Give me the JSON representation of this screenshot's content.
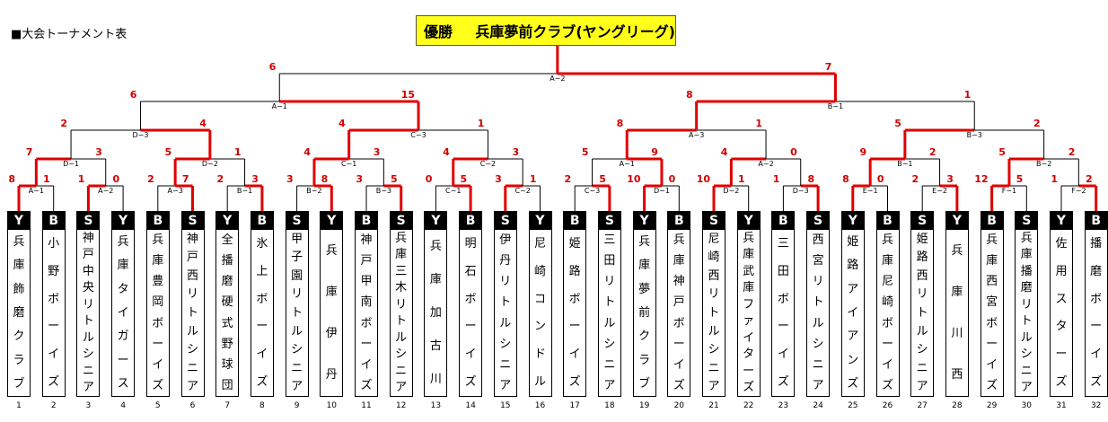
{
  "heading": "■大会トーナメント表",
  "champion": {
    "label": "優勝",
    "team": "兵庫夢前クラブ(ヤングリーグ)"
  },
  "teams": [
    {
      "n": "1",
      "league": "Y",
      "name": "兵庫飾磨クラブ"
    },
    {
      "n": "2",
      "league": "B",
      "name": "小野ボーイズ"
    },
    {
      "n": "3",
      "league": "S",
      "name": "神戸中央リトルシニア"
    },
    {
      "n": "4",
      "league": "Y",
      "name": "兵庫タイガース"
    },
    {
      "n": "5",
      "league": "B",
      "name": "兵庫豊岡ボーイズ"
    },
    {
      "n": "6",
      "league": "S",
      "name": "神戸西リトルシニア"
    },
    {
      "n": "7",
      "league": "Y",
      "name": "全播磨硬式野球団"
    },
    {
      "n": "8",
      "league": "B",
      "name": "氷上ボーイズ"
    },
    {
      "n": "9",
      "league": "S",
      "name": "甲子園リトルシニア"
    },
    {
      "n": "10",
      "league": "Y",
      "name": "兵庫伊丹"
    },
    {
      "n": "11",
      "league": "B",
      "name": "神戸甲南ボーイズ"
    },
    {
      "n": "12",
      "league": "S",
      "name": "兵庫三木リトルシニア"
    },
    {
      "n": "13",
      "league": "Y",
      "name": "兵庫加古川"
    },
    {
      "n": "14",
      "league": "B",
      "name": "明石ボーイズ"
    },
    {
      "n": "15",
      "league": "S",
      "name": "伊丹リトルシニア"
    },
    {
      "n": "16",
      "league": "Y",
      "name": "尼崎コンドル"
    },
    {
      "n": "17",
      "league": "B",
      "name": "姫路ボーイズ"
    },
    {
      "n": "18",
      "league": "S",
      "name": "三田リトルシニア"
    },
    {
      "n": "19",
      "league": "Y",
      "name": "兵庫夢前クラブ"
    },
    {
      "n": "20",
      "league": "B",
      "name": "兵庫神戸ボーイズ"
    },
    {
      "n": "21",
      "league": "S",
      "name": "尼崎西リトルシニア"
    },
    {
      "n": "22",
      "league": "Y",
      "name": "兵庫武庫ファイターズ"
    },
    {
      "n": "23",
      "league": "B",
      "name": "三田ボーイズ"
    },
    {
      "n": "24",
      "league": "S",
      "name": "西宮リトルシニア"
    },
    {
      "n": "25",
      "league": "Y",
      "name": "姫路アイアンズ"
    },
    {
      "n": "26",
      "league": "B",
      "name": "兵庫尼崎ボーイズ"
    },
    {
      "n": "27",
      "league": "S",
      "name": "姫路西リトルシニア"
    },
    {
      "n": "28",
      "league": "Y",
      "name": "兵庫川西"
    },
    {
      "n": "29",
      "league": "B",
      "name": "兵庫西宮ボーイズ"
    },
    {
      "n": "30",
      "league": "S",
      "name": "兵庫播磨リトルシニア"
    },
    {
      "n": "31",
      "league": "Y",
      "name": "佐用スターズ"
    },
    {
      "n": "32",
      "league": "B",
      "name": "播磨ボーイズ"
    }
  ],
  "matches": [
    {
      "label": "A−1",
      "s": [
        "8",
        "1"
      ],
      "w": 0
    },
    {
      "label": "A−2",
      "s": [
        "1",
        "0"
      ],
      "w": 0
    },
    {
      "label": "A−3",
      "s": [
        "2",
        "7"
      ],
      "w": 1
    },
    {
      "label": "B−1",
      "s": [
        "2",
        "3"
      ],
      "w": 1
    },
    {
      "label": "B−2",
      "s": [
        "3",
        "8"
      ],
      "w": 1
    },
    {
      "label": "B−3",
      "s": [
        "3",
        "5"
      ],
      "w": 1
    },
    {
      "label": "C−1",
      "s": [
        "0",
        "5"
      ],
      "w": 1
    },
    {
      "label": "C−2",
      "s": [
        "3",
        "1"
      ],
      "w": 0
    },
    {
      "label": "C−3",
      "s": [
        "2",
        "5"
      ],
      "w": 1
    },
    {
      "label": "D−1",
      "s": [
        "10",
        "0"
      ],
      "w": 0
    },
    {
      "label": "D−2",
      "s": [
        "10",
        "1"
      ],
      "w": 0
    },
    {
      "label": "D−3",
      "s": [
        "1",
        "8"
      ],
      "w": 1
    },
    {
      "label": "E−1",
      "s": [
        "8",
        "0"
      ],
      "w": 0
    },
    {
      "label": "E−2",
      "s": [
        "2",
        "3"
      ],
      "w": 1
    },
    {
      "label": "F−1",
      "s": [
        "12",
        "5"
      ],
      "w": 0
    },
    {
      "label": "F−2",
      "s": [
        "1",
        "2"
      ],
      "w": 1
    },
    {
      "label": "D−1",
      "s": [
        "7",
        "3"
      ],
      "w": 0
    },
    {
      "label": "D−2",
      "s": [
        "5",
        "1"
      ],
      "w": 0
    },
    {
      "label": "C−1",
      "s": [
        "4",
        "3"
      ],
      "w": 0
    },
    {
      "label": "C−2",
      "s": [
        "4",
        "3"
      ],
      "w": 0
    },
    {
      "label": "A−1",
      "s": [
        "5",
        "9"
      ],
      "w": 1
    },
    {
      "label": "A−2",
      "s": [
        "4",
        "0"
      ],
      "w": 0
    },
    {
      "label": "B−1",
      "s": [
        "9",
        "2"
      ],
      "w": 0
    },
    {
      "label": "B−2",
      "s": [
        "5",
        "2"
      ],
      "w": 0
    },
    {
      "label": "D−3",
      "s": [
        "2",
        "4"
      ],
      "w": 1
    },
    {
      "label": "C−3",
      "s": [
        "4",
        "1"
      ],
      "w": 0
    },
    {
      "label": "A−3",
      "s": [
        "8",
        "1"
      ],
      "w": 0
    },
    {
      "label": "B−3",
      "s": [
        "5",
        "2"
      ],
      "w": 0
    },
    {
      "label": "A−1",
      "s": [
        "6",
        "15"
      ],
      "w": 1
    },
    {
      "label": "B−1",
      "s": [
        "8",
        "1"
      ],
      "w": 0
    },
    {
      "label": "A−2",
      "s": [
        "6",
        "7"
      ],
      "w": 1
    }
  ],
  "colors": {
    "win": "#e00000",
    "lose": "#000000",
    "score": "#d00000",
    "champion_bg": "#ffff1a"
  }
}
